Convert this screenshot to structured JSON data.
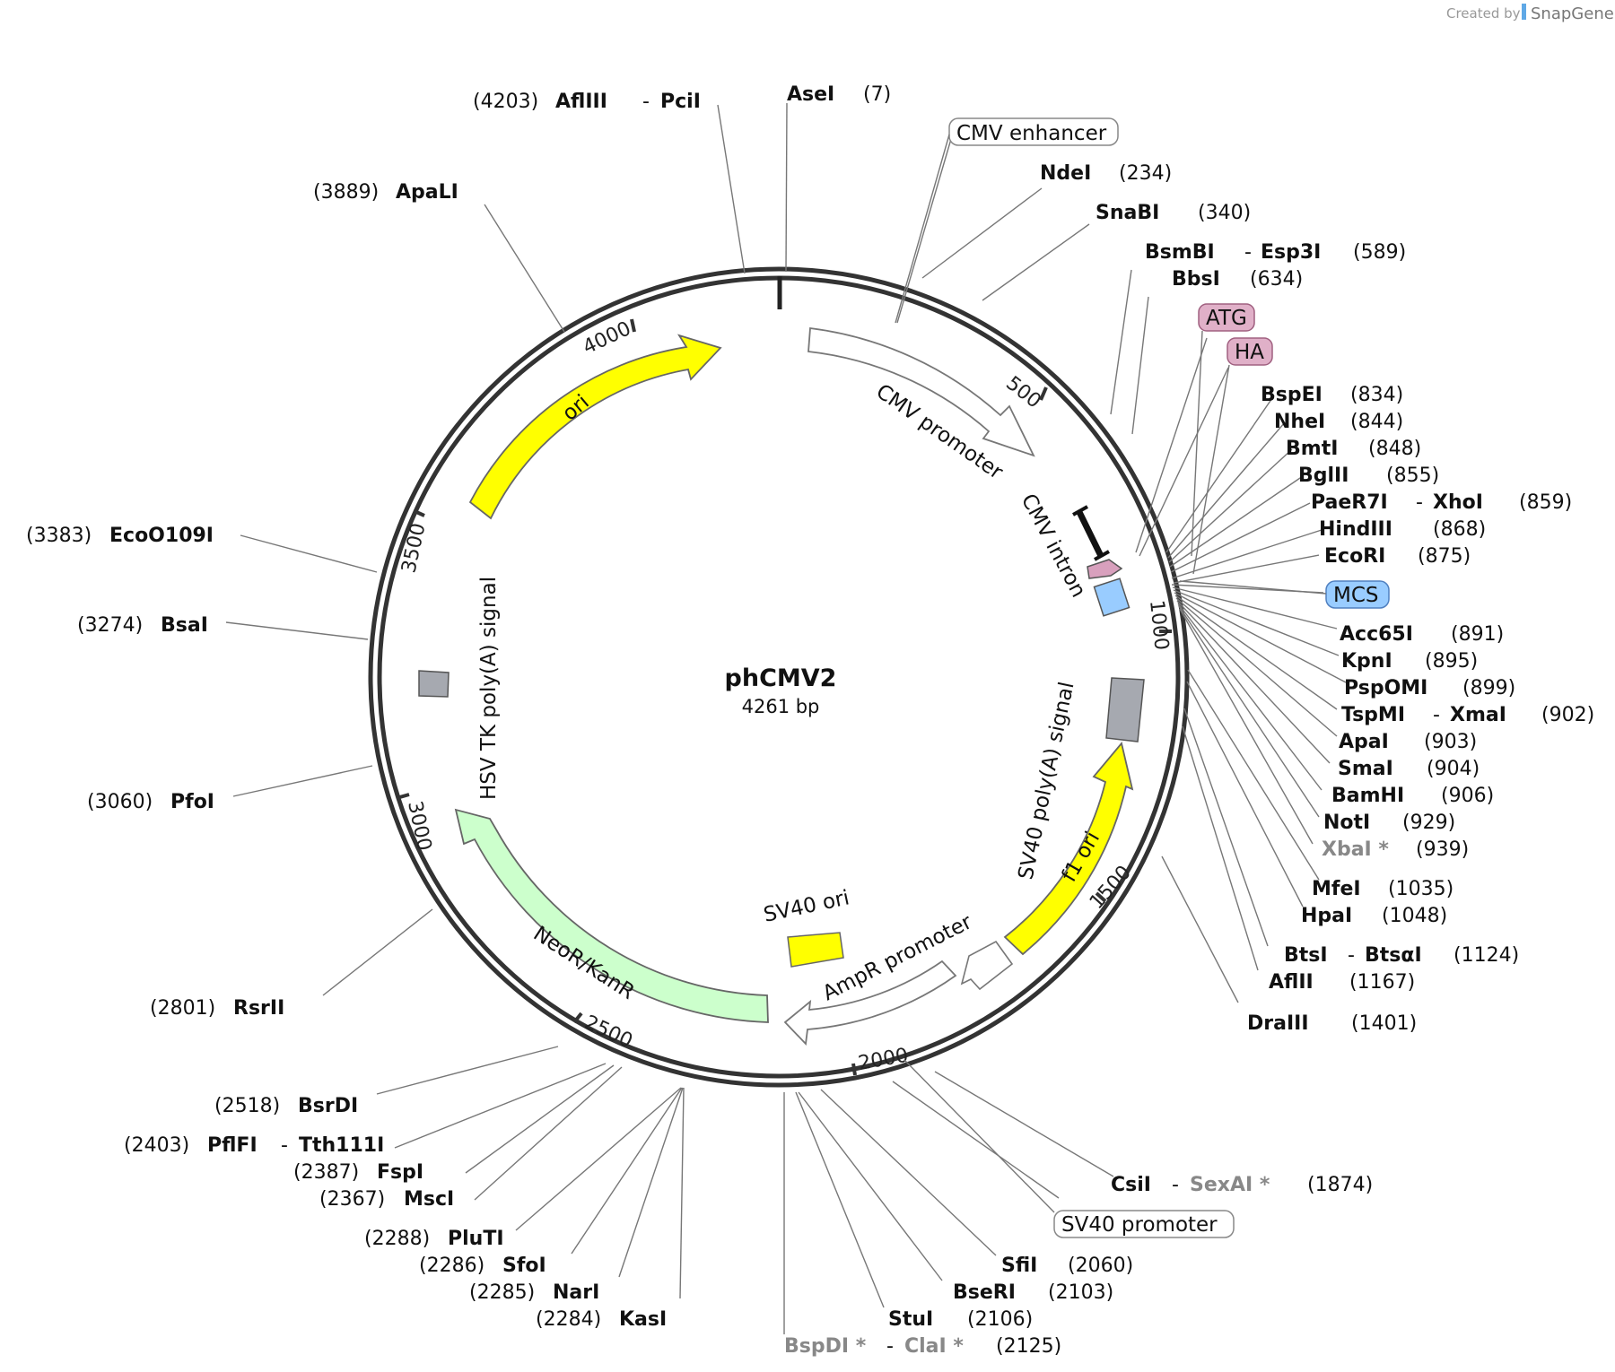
{
  "credit": {
    "created_by": "Created by",
    "brand": "SnapGene"
  },
  "plasmid": {
    "name": "phCMV2",
    "length": "4261 bp",
    "length_bp": 4261
  },
  "ticks": [
    "500",
    "1000",
    "1500",
    "2000",
    "2500",
    "3000",
    "3500",
    "4000"
  ],
  "features": {
    "cmv_enhancer": "CMV enhancer",
    "cmv_promoter": "CMV promoter",
    "cmv_intron": "CMV intron",
    "atg": "ATG",
    "ha": "HA",
    "mcs": "MCS",
    "sv40_polya": "SV40 poly(A) signal",
    "f1_ori": "f1 ori",
    "ampr_promoter": "AmpR promoter",
    "sv40_ori": "SV40 ori",
    "sv40_promoter": "SV40 promoter",
    "neor": "NeoR/KanR",
    "hsv_polya": "HSV TK poly(A) signal",
    "ori": "ori"
  },
  "colors": {
    "ori": "#ffff00",
    "f1_ori": "#ffff00",
    "sv40_ori": "#ffff00",
    "neor": "#ccffcc",
    "mcs": "#99ccff",
    "atg": "#e0b0c8",
    "ha": "#e0b0c8",
    "polya": "#a6a9b0",
    "promoter": "#ffffff",
    "ring": "#333333"
  },
  "sites": {
    "asei": {
      "name": "AseI",
      "pos": "(7)"
    },
    "afliii": {
      "pos": "(4203)",
      "name": "AflIII",
      "dash": "-",
      "name2": "PciI"
    },
    "apali": {
      "pos": "(3889)",
      "name": "ApaLI"
    },
    "ndei": {
      "name": "NdeI",
      "pos": "(234)"
    },
    "snabi": {
      "name": "SnaBI",
      "pos": "(340)"
    },
    "bsmbi": {
      "name": "BsmBI",
      "dash": "-",
      "name2": "Esp3I",
      "pos": "(589)"
    },
    "bbsi": {
      "name": "BbsI",
      "pos": "(634)"
    },
    "bspei": {
      "name": "BspEI",
      "pos": "(834)"
    },
    "nhei": {
      "name": "NheI",
      "pos": "(844)"
    },
    "bmti": {
      "name": "BmtI",
      "pos": "(848)"
    },
    "bglii": {
      "name": "BglII",
      "pos": "(855)"
    },
    "paer7i": {
      "name": "PaeR7I",
      "dash": "-",
      "name2": "XhoI",
      "pos": "(859)"
    },
    "hindiii": {
      "name": "HindIII",
      "pos": "(868)"
    },
    "ecori": {
      "name": "EcoRI",
      "pos": "(875)"
    },
    "acc65i": {
      "name": "Acc65I",
      "pos": "(891)"
    },
    "kpni": {
      "name": "KpnI",
      "pos": "(895)"
    },
    "pspomi": {
      "name": "PspOMI",
      "pos": "(899)"
    },
    "tspmi": {
      "name": "TspMI",
      "dash": "-",
      "name2": "XmaI",
      "pos": "(902)"
    },
    "apai": {
      "name": "ApaI",
      "pos": "(903)"
    },
    "smai": {
      "name": "SmaI",
      "pos": "(904)"
    },
    "bamhi": {
      "name": "BamHI",
      "pos": "(906)"
    },
    "noti": {
      "name": "NotI",
      "pos": "(929)"
    },
    "xbai": {
      "name": "XbaI *",
      "pos": "(939)"
    },
    "mfei": {
      "name": "MfeI",
      "pos": "(1035)"
    },
    "hpai": {
      "name": "HpaI",
      "pos": "(1048)"
    },
    "btsi": {
      "name": "BtsI",
      "dash": "-",
      "name2": "BtsαI",
      "pos": "(1124)"
    },
    "aflii": {
      "name": "AflII",
      "pos": "(1167)"
    },
    "draiii": {
      "name": "DraIII",
      "pos": "(1401)"
    },
    "csii": {
      "name": "CsiI",
      "dash": "-",
      "name2": "SexAI *",
      "pos": "(1874)"
    },
    "sfii": {
      "name": "SfiI",
      "pos": "(2060)"
    },
    "beseri": {
      "name": "BseRI",
      "pos": "(2103)"
    },
    "stui": {
      "name": "StuI",
      "pos": "(2106)"
    },
    "bspdi": {
      "name": "BspDI *",
      "dash": "-",
      "name2": "ClaI *",
      "pos": "(2125)"
    },
    "kasi": {
      "pos": "(2284)",
      "name": "KasI"
    },
    "nari": {
      "pos": "(2285)",
      "name": "NarI"
    },
    "sfoi": {
      "pos": "(2286)",
      "name": "SfoI"
    },
    "pluti": {
      "pos": "(2288)",
      "name": "PluTI"
    },
    "msci": {
      "pos": "(2367)",
      "name": "MscI"
    },
    "fspi": {
      "pos": "(2387)",
      "name": "FspI"
    },
    "pflfi": {
      "pos": "(2403)",
      "name": "PflFI",
      "dash": "-",
      "name2": "Tth111I"
    },
    "bsrdi": {
      "pos": "(2518)",
      "name": "BsrDI"
    },
    "rsrii": {
      "pos": "(2801)",
      "name": "RsrII"
    },
    "pfoi": {
      "pos": "(3060)",
      "name": "PfoI"
    },
    "bsai": {
      "pos": "(3274)",
      "name": "BsaI"
    },
    "eco0109i": {
      "pos": "(3383)",
      "name": "EcoO109I"
    }
  }
}
